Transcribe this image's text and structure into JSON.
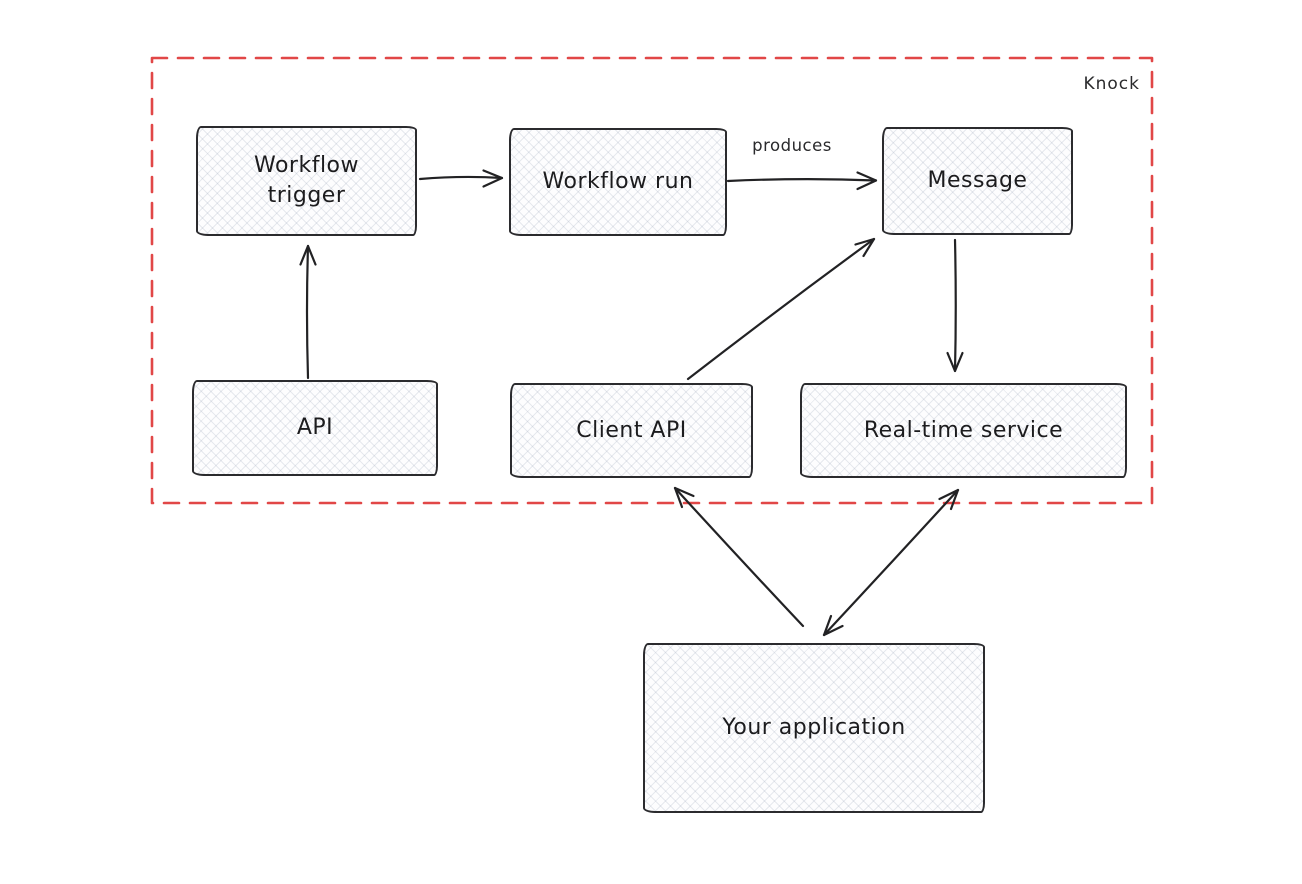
{
  "diagram": {
    "boundary": {
      "label": "Knock",
      "color": "#e14747",
      "style": "dashed"
    },
    "nodes": [
      {
        "id": "workflow-trigger",
        "label": "Workflow trigger"
      },
      {
        "id": "workflow-run",
        "label": "Workflow run"
      },
      {
        "id": "message",
        "label": "Message"
      },
      {
        "id": "api",
        "label": "API"
      },
      {
        "id": "client-api",
        "label": "Client API"
      },
      {
        "id": "real-time-service",
        "label": "Real-time service"
      },
      {
        "id": "your-application",
        "label": "Your application"
      }
    ],
    "edges": [
      {
        "from": "workflow-trigger",
        "to": "workflow-run",
        "label": "",
        "arrows": "end"
      },
      {
        "from": "workflow-run",
        "to": "message",
        "label": "produces",
        "arrows": "end"
      },
      {
        "from": "api",
        "to": "workflow-trigger",
        "label": "",
        "arrows": "end"
      },
      {
        "from": "client-api",
        "to": "message",
        "label": "",
        "arrows": "end"
      },
      {
        "from": "message",
        "to": "real-time-service",
        "label": "",
        "arrows": "end"
      },
      {
        "from": "your-application",
        "to": "client-api",
        "label": "",
        "arrows": "end"
      },
      {
        "from": "your-application",
        "to": "real-time-service",
        "label": "",
        "arrows": "both"
      }
    ],
    "colors": {
      "stroke": "#222224",
      "node_fill": "#fdfdfe",
      "boundary_red": "#e14747",
      "background": "#ffffff"
    }
  }
}
